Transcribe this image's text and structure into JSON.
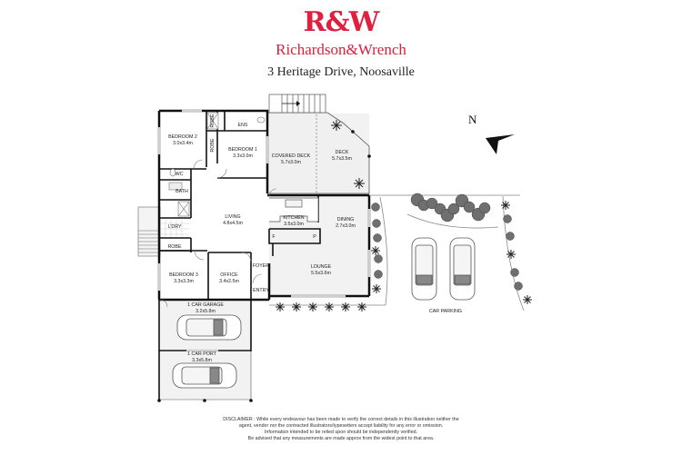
{
  "header": {
    "logo": "R&W",
    "brand": "Richardson&Wrench",
    "address": "3 Heritage Drive, Noosaville",
    "brand_color": "#e0203f"
  },
  "compass": {
    "label": "N"
  },
  "rooms": {
    "bedroom2": {
      "name": "BEDROOM 2",
      "size": "3.0x3.4m"
    },
    "bedroom1": {
      "name": "BEDROOM 1",
      "size": "3.3x3.0m"
    },
    "robe_a": "ROBE",
    "robe_b": "ROBE",
    "ens": "ENS",
    "wc": "WC",
    "bath": "BATH",
    "ldry": "L'DRY",
    "robe_c": "ROBE",
    "covered_deck": {
      "name": "COVERED DECK",
      "size": "5.7x3.0m"
    },
    "deck": {
      "name": "DECK",
      "size": "5.7x3.5m"
    },
    "living": {
      "name": "LIVING",
      "size": "4.8x4.5m"
    },
    "kitchen": {
      "name": "KITCHEN",
      "size": "3.5x3.0m"
    },
    "dining": {
      "name": "DINING",
      "size": "2.7x3.0m"
    },
    "fridge": "F",
    "pantry": "P",
    "lounge": {
      "name": "LOUNGE",
      "size": "5.5x3.6m"
    },
    "bedroom3": {
      "name": "BEDROOM 3",
      "size": "3.3x3.3m"
    },
    "office": {
      "name": "OFFICE",
      "size": "3.4x2.5m"
    },
    "foyer": "FOYER",
    "entry": "ENTRY",
    "garage": {
      "name": "1 CAR GARAGE",
      "size": "3.2x5.8m"
    },
    "carport": {
      "name": "1 CAR PORT",
      "size": "3.3x5.8m"
    },
    "car_parking": "CAR PARKING"
  },
  "disclaimer": [
    "DISCLAIMER : While every endeavour has been made to verify the correct details in this illustration neither the",
    "agent, vendor nor the contracted illustrators/typesetters accept liability for any error or omission.",
    "Information intended to be relied upon should be independently verified.",
    "Be advised that any measurements are made approx from the widest point to that area."
  ]
}
